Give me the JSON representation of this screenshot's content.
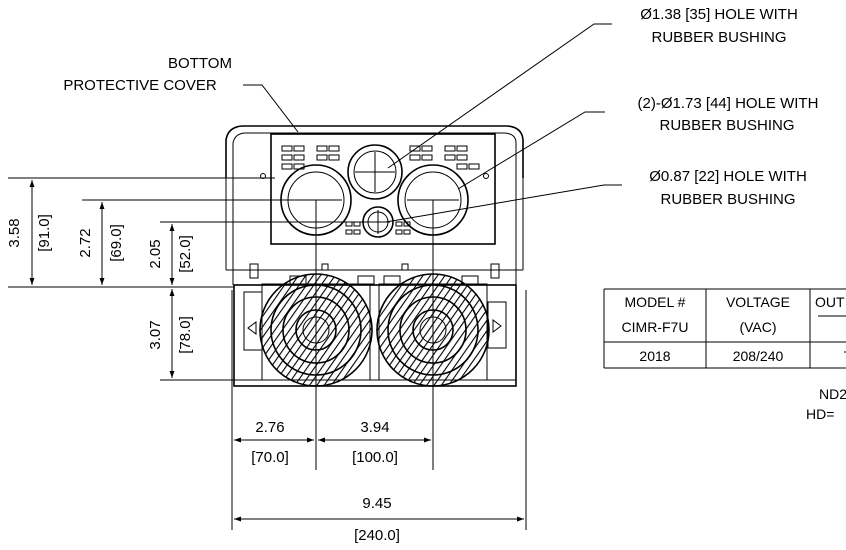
{
  "callouts": {
    "cover_line1": "BOTTOM",
    "cover_line2": "PROTECTIVE COVER",
    "hole35_line1": "Ø1.38 [35] HOLE WITH",
    "hole35_line2": "RUBBER BUSHING",
    "hole44_line1": "(2)-Ø1.73 [44] HOLE WITH",
    "hole44_line2": "RUBBER BUSHING",
    "hole22_line1": "Ø0.87 [22] HOLE WITH",
    "hole22_line2": "RUBBER BUSHING"
  },
  "dimensions": {
    "v_358": "3.58",
    "v_910": "[91.0]",
    "v_272": "2.72",
    "v_690": "[69.0]",
    "v_205": "2.05",
    "v_520": "[52.0]",
    "v_307": "3.07",
    "v_780": "[78.0]",
    "h_276": "2.76",
    "h_700": "[70.0]",
    "h_394": "3.94",
    "h_1000": "[100.0]",
    "h_945": "9.45",
    "h_2400": "[240.0]"
  },
  "table": {
    "h_model_1": "MODEL #",
    "h_model_2": "CIMR-F7U",
    "h_voltage_1": "VOLTAGE",
    "h_voltage_2": "(VAC)",
    "h_output_partial": "OUT",
    "row_model": "2018",
    "row_voltage": "208/240"
  },
  "notes": {
    "nd_partial": "ND2",
    "hd_partial": "HD="
  }
}
